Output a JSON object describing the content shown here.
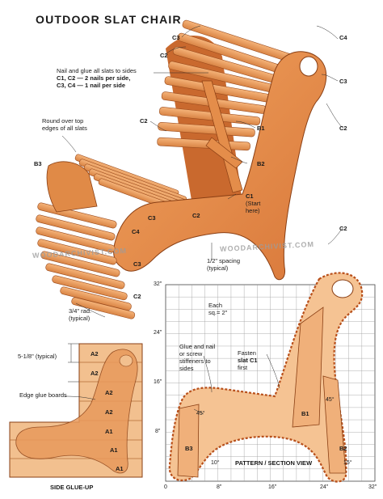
{
  "title": "OUTDOOR SLAT CHAIR",
  "notes": {
    "nail_line1": "Nail and glue all slats to sides",
    "nail_line2": "C1, C2 — 2 nails per side,",
    "nail_line3": "C3, C4 — 1 nail per side",
    "round_line1": "Round over top",
    "round_line2": "edges of all slats",
    "start_line1": "C1",
    "start_line2": "(Start",
    "start_line3": "here)",
    "spacing_line1": "1/2\" spacing",
    "spacing_line2": "(typical)",
    "rad_line1": "3/4\" rad.",
    "rad_line2": "(typical)"
  },
  "part_labels": {
    "c3_top": "C3",
    "c4_top": "C4",
    "c2_upper": "C2",
    "c3_right": "C3",
    "c2_mid": "C2",
    "b1": "B1",
    "b2": "B2",
    "c2_right": "C2",
    "b3": "B3",
    "c3_front": "C3",
    "c2_front": "C2",
    "c4_front": "C4",
    "c3_lower": "C3",
    "c2_lower": "C2",
    "c2_far_right": "C2"
  },
  "watermarks": [
    "WOODARCHIVIST.COM",
    "WOODARCHIVIST.COM"
  ],
  "side_glueup": {
    "spacing": "5-1/8\" (typical)",
    "edge_glue": "Edge glue boards",
    "boards": [
      "A2",
      "A2",
      "A2",
      "A2",
      "A1",
      "A1",
      "A1"
    ],
    "caption": "SIDE GLUE-UP"
  },
  "pattern": {
    "each_sq_line1": "Each",
    "each_sq_line2": "sq.= 2\"",
    "glue_line1": "Glue and nail",
    "glue_line2": "or screw",
    "glue_line3": "stiffeners to",
    "glue_line4": "sides",
    "fasten_line1": "Fasten",
    "fasten_line2": "slat C1",
    "fasten_line3": "first",
    "angle_45_left": "45°",
    "angle_45_right": "45°",
    "angle_10": "10°",
    "angle_15": "15°",
    "b1": "B1",
    "b2": "B2",
    "b3": "B3",
    "caption": "PATTERN / SECTION VIEW",
    "y_ticks": [
      "32\"",
      "24\"",
      "16\"",
      "8\""
    ],
    "x_ticks": [
      "0",
      "8\"",
      "16\"",
      "24\"",
      "32\""
    ]
  }
}
